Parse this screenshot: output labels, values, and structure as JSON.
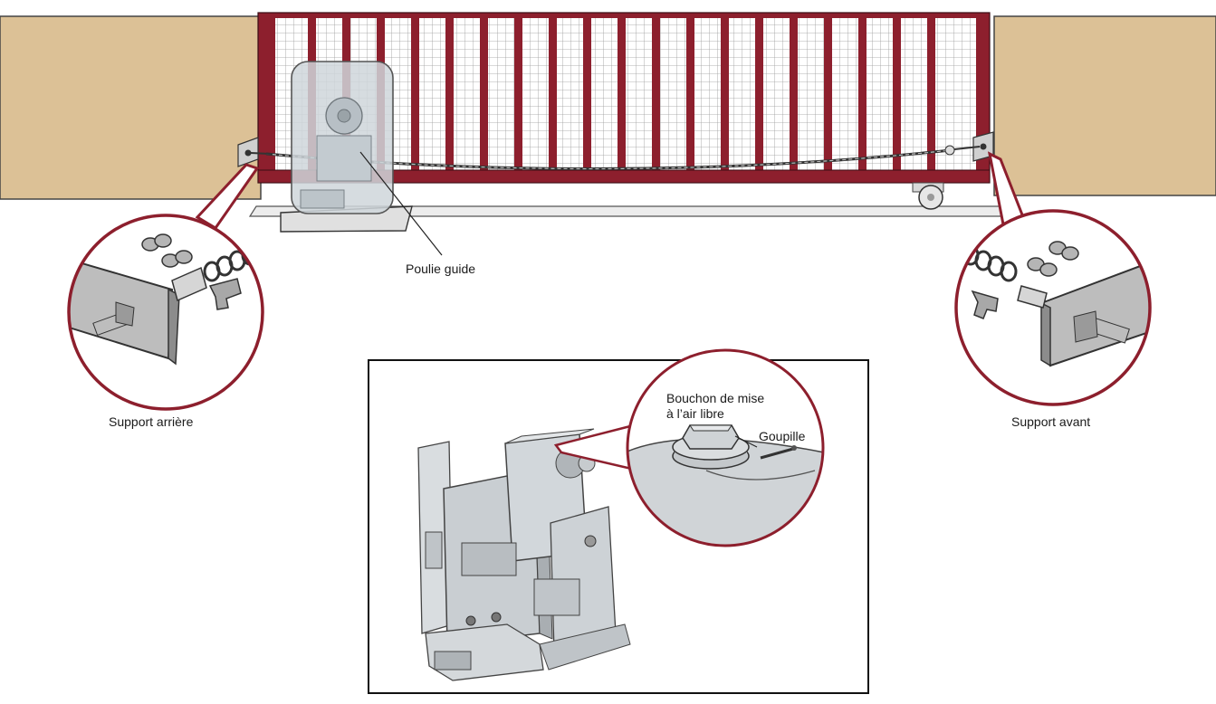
{
  "labels": {
    "guide_pulley": "Poulie guide",
    "rear_bracket": "Support arrière",
    "front_bracket": "Support avant",
    "vent_plug_line1": "Bouchon de mise",
    "vent_plug_line2": "à l’air libre",
    "pin": "Goupille"
  },
  "colors": {
    "wall": "#dcc196",
    "gate_frame": "#8d1f2d",
    "callout_ring": "#8d1f2d",
    "metal_light": "#d6d6d6",
    "metal_dark": "#8c8c8c",
    "operator_housing": "#cfd6db"
  }
}
